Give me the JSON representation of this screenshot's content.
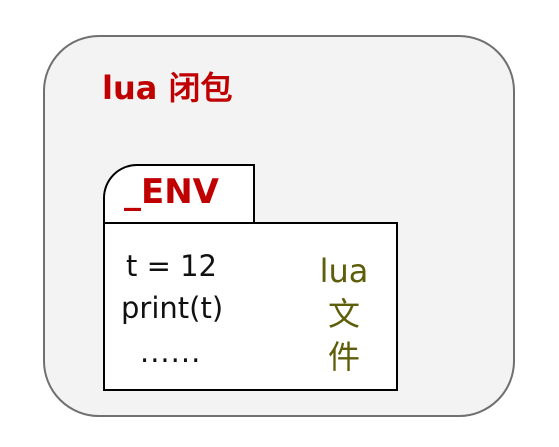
{
  "closure": {
    "title": "lua 闭包"
  },
  "env": {
    "label": "_ENV"
  },
  "code": {
    "lines": [
      "t = 12",
      "print(t)",
      "......"
    ]
  },
  "file_label": {
    "chars": [
      "lua",
      "文",
      "件"
    ]
  },
  "colors": {
    "title_red": "#c00000",
    "file_label_olive": "#5e5d09",
    "outer_fill": "#f3f3f3",
    "outer_border": "#707070"
  }
}
